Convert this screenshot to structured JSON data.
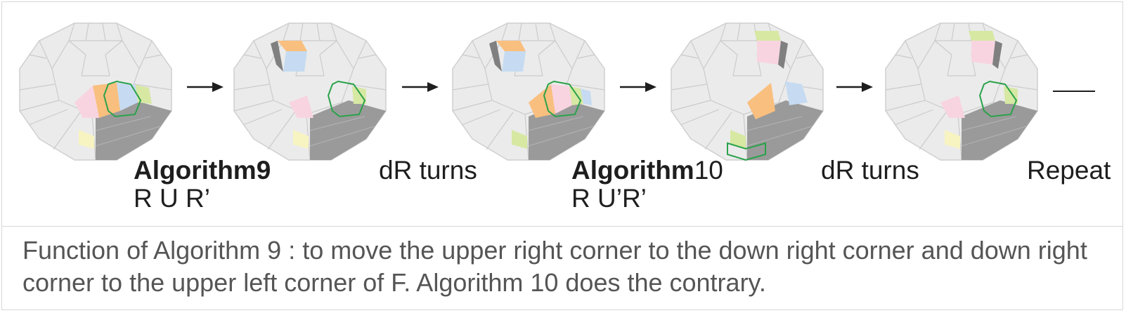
{
  "labels": {
    "step1_title_bold": "Algorithm",
    "step1_title_num": "9",
    "step1_moves": "R U R’",
    "step2_title": "dR turns",
    "step3_title_bold": "Algorithm",
    "step3_title_num": "10",
    "step3_moves": "R U’R’",
    "step4_title": "dR turns",
    "step5_title": "Repeat"
  },
  "caption": "Function of Algorithm 9 : to move the upper right corner to the down right corner and down right corner to the upper left corner of F. Algorithm 10 does the contrary.",
  "colors": {
    "puzzle_body": "#ebebeb",
    "puzzle_lines": "#c9c9c9",
    "dark_face": "#9a9a9a",
    "orange": "#f9bf7f",
    "blue": "#c6dbf1",
    "pink": "#f8d4e1",
    "green": "#d7e8a3",
    "yellow": "#f7f4c2",
    "outline": "#2aa24a",
    "arrow": "#1e1e1e"
  }
}
